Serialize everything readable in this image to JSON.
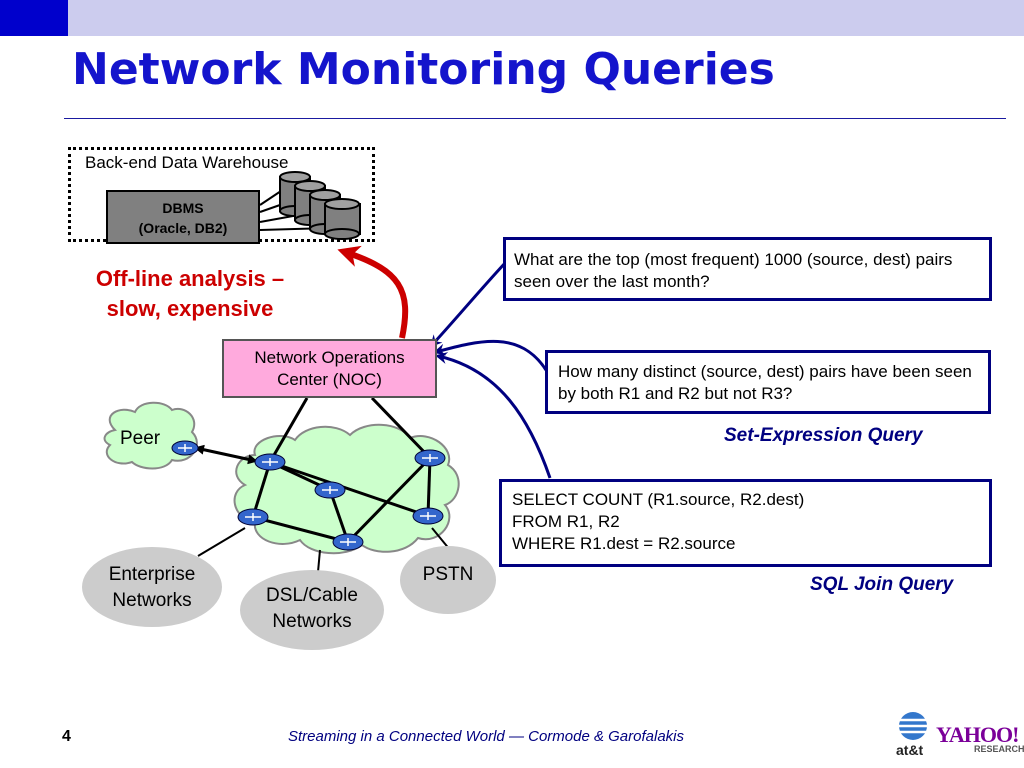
{
  "slide": {
    "title": "Network Monitoring Queries",
    "warehouse_label": "Back-end Data Warehouse",
    "dbms_line1": "DBMS",
    "dbms_line2": "(Oracle, DB2)",
    "offline_line1": "Off-line analysis –",
    "offline_line2": "slow, expensive",
    "noc_line1": "Network Operations",
    "noc_line2": "Center  (NOC)",
    "peer": "Peer",
    "enterprise_line1": "Enterprise",
    "enterprise_line2": "Networks",
    "dsl_line1": "DSL/Cable",
    "dsl_line2": "Networks",
    "pstn": "PSTN"
  },
  "queries": {
    "q1": "What are the top (most frequent) 1000 (source, dest) pairs seen over the last month?",
    "q2": "How many distinct (source, dest) pairs have been seen by both R1 and R2 but not R3?",
    "q3_line1": "SELECT COUNT (R1.source, R2.dest)",
    "q3_line2": "FROM  R1, R2",
    "q3_line3": "WHERE R1.dest = R2.source",
    "set_expr_label": "Set-Expression Query",
    "sql_join_label": "SQL Join Query"
  },
  "footer": {
    "page_number": "4",
    "text": "Streaming in a Connected World — Cormode & Garofalakis",
    "att": "at&t",
    "yahoo": "YAHOO!",
    "research": "RESEARCH"
  },
  "colors": {
    "title": "#1414cc",
    "accent_bar": "#0000cc",
    "header_band": "#ccccee",
    "arrow_navy": "#000080",
    "offline_red": "#cc0000",
    "noc_pink": "#ffaadd",
    "cloud_green": "#ccffcc",
    "cloud_gray": "#cccccc"
  }
}
